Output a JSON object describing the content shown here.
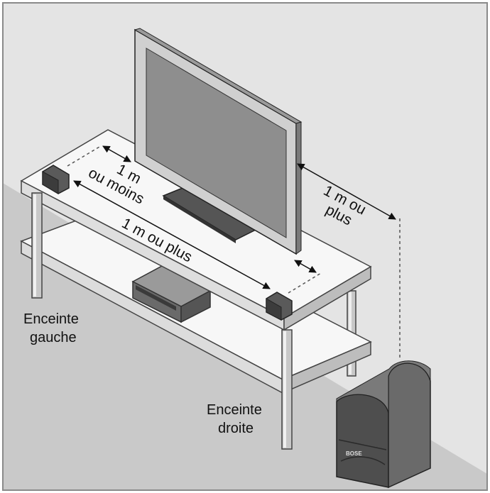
{
  "diagram": {
    "labels": {
      "front_distance_line1": "1 m",
      "front_distance_line2": "ou moins",
      "side_distance": "1 m ou plus",
      "back_distance_line1": "1 m ou",
      "back_distance_line2": "plus",
      "left_speaker_line1": "Enceinte",
      "left_speaker_line2": "gauche",
      "right_speaker_line1": "Enceinte",
      "right_speaker_line2": "droite"
    },
    "brand_badge": "BOSE",
    "colors": {
      "wall": "#e4e4e4",
      "floor": "#c9c9c9",
      "border": "#8a8a8a",
      "tv_screen": "#8e8e8e",
      "tv_frame": "#c4c4c4",
      "speaker": "#4a4a4a",
      "shelf": "#f7f7f7"
    }
  }
}
